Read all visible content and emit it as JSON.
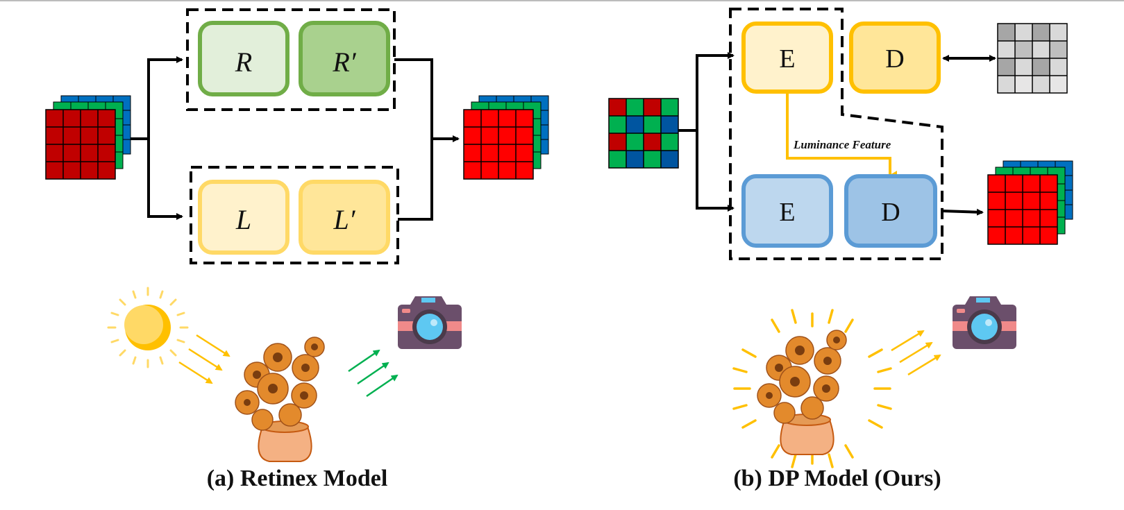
{
  "panel_a": {
    "caption": "(a) Retinex Model",
    "reflectance": {
      "in_label": "R",
      "out_label": "R′"
    },
    "illumination": {
      "in_label": "L",
      "out_label": "L′"
    }
  },
  "panel_b": {
    "caption": "(b) DP Model (Ours)",
    "luma_branch": {
      "encoder_label": "E",
      "decoder_label": "D"
    },
    "raw_branch": {
      "encoder_label": "E",
      "decoder_label": "D"
    },
    "feature_label": "Luminance Feature"
  },
  "colors": {
    "green_fill_light": "#e2efda",
    "green_fill_dark": "#a9d18e",
    "green_stroke": "#70ad47",
    "yellow_fill_light": "#fff2cc",
    "yellow_fill_dark": "#ffe699",
    "yellow_stroke": "#ffd966",
    "gold_stroke": "#ffc000",
    "blue_fill_light": "#bdd7ee",
    "blue_fill_dark": "#9dc3e6",
    "blue_stroke": "#5b9bd5",
    "red_grid": "#ff0000",
    "dark_red_grid": "#c00000",
    "grid_green": "#00b050",
    "grid_blue": "#0070c0",
    "sun": "#ffc000",
    "ray_yellow": "#ffc000",
    "ray_green": "#00b050",
    "camera_body": "#6b4f6b"
  },
  "icons": [
    "sun-icon",
    "camera-icon",
    "sunflower-vase-icon",
    "rgb-image-stack-icon",
    "bayer-raw-grid-icon",
    "gray-grid-icon"
  ]
}
